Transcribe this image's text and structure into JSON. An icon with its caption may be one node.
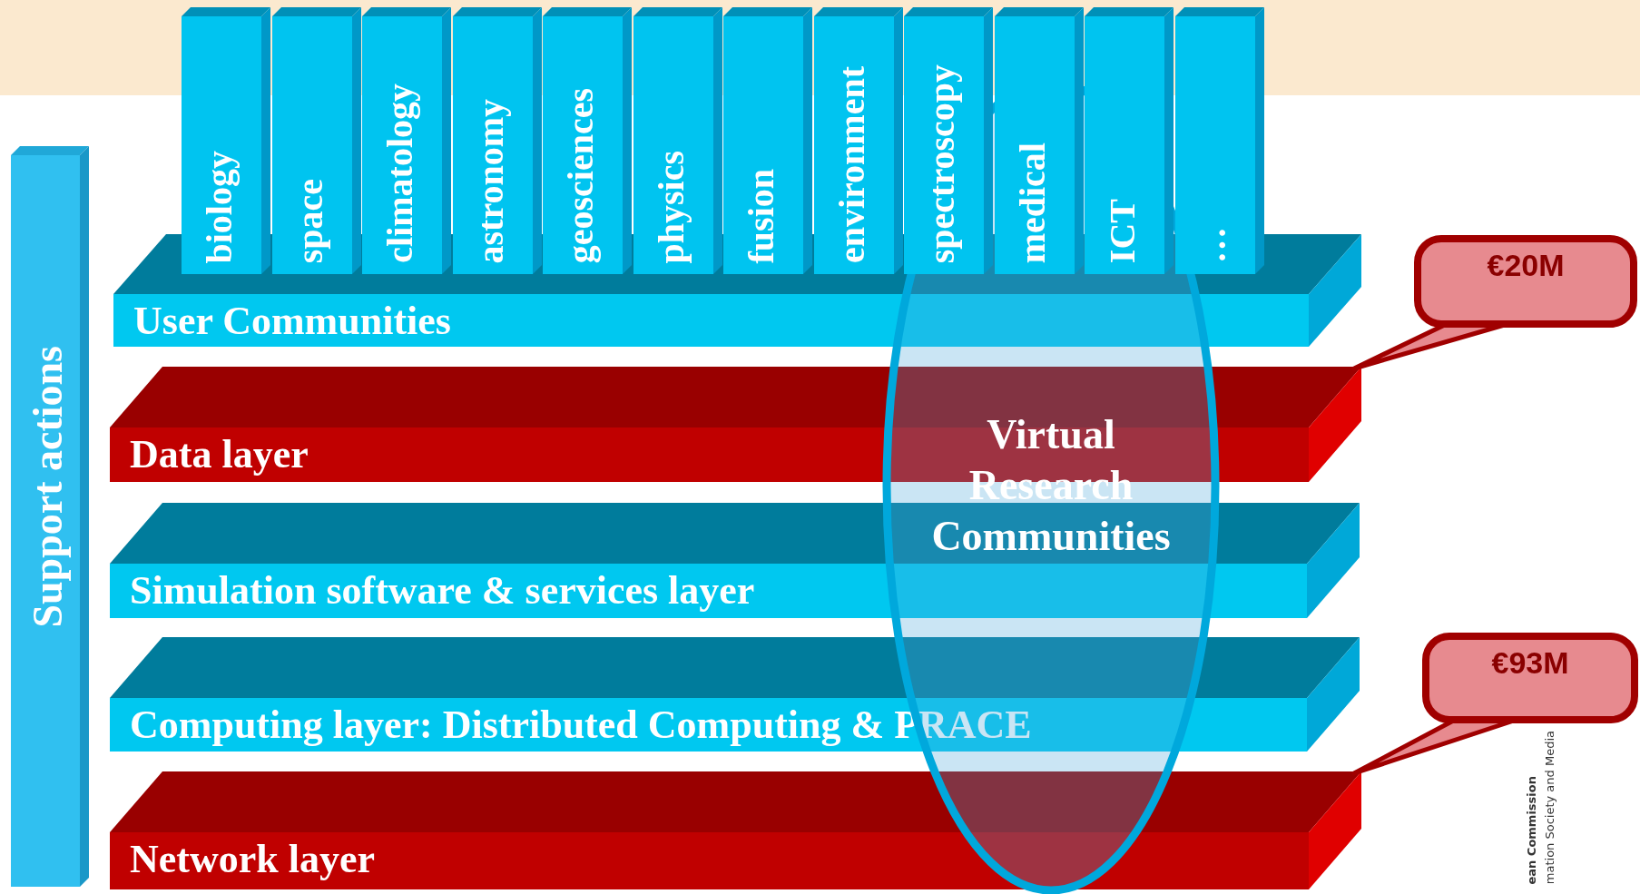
{
  "diagram": {
    "nodes": [
      {
        "text": [
          "biology"
        ]
      },
      {
        "text": [
          "space"
        ]
      },
      {
        "text": [
          "climatology"
        ]
      },
      {
        "text": [
          "astronomy"
        ]
      },
      {
        "text": [
          "geosciences"
        ]
      },
      {
        "text": [
          "physics"
        ]
      },
      {
        "text": [
          "fusion"
        ]
      },
      {
        "text": [
          "environment"
        ]
      },
      {
        "text": [
          "spectroscopy"
        ]
      },
      {
        "text": [
          "medical"
        ]
      },
      {
        "text": [
          "ICT"
        ]
      },
      {
        "text": [
          "…"
        ]
      },
      {
        "text": [
          "User Communities"
        ]
      },
      {
        "text": [
          "Data layer"
        ]
      },
      {
        "text": [
          "Simulation software & services layer"
        ]
      },
      {
        "text": [
          "Computing layer: Distributed Computing & PRACE"
        ]
      },
      {
        "text": [
          "Network layer"
        ]
      },
      {
        "text": [
          "Support actions"
        ]
      },
      {
        "text": [
          "Virtual Research Communities"
        ]
      },
      {
        "text": [
          "€20M"
        ]
      },
      {
        "text": [
          "€93M"
        ]
      }
    ],
    "edges": [
      {
        "from": 19,
        "to": 13,
        "arrow": "none"
      },
      {
        "from": 20,
        "to": 16,
        "arrow": "none"
      }
    ],
    "labels": [
      "ean Commission",
      "mation Society and Media"
    ]
  }
}
